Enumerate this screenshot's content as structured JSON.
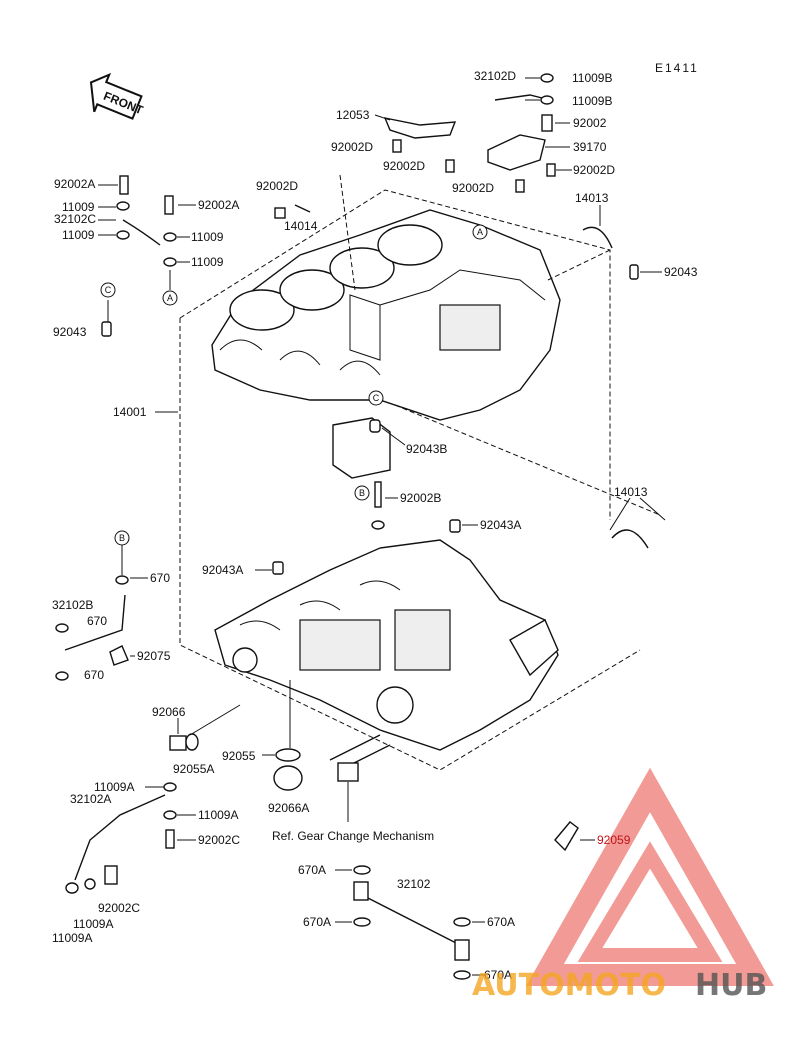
{
  "diagram_code": "E1411",
  "front_label": "FRONT",
  "reference_note": "Ref. Gear Change Mechanism",
  "circle_markers": [
    "A",
    "A",
    "C",
    "C",
    "B",
    "B"
  ],
  "part_labels": [
    "32102D",
    "11009B",
    "11009B",
    "92002",
    "12053",
    "39170",
    "92002D",
    "92002D",
    "92002D",
    "92002D",
    "92002A",
    "11009",
    "32102C",
    "11009",
    "92002A",
    "11009",
    "11009",
    "92002D",
    "14014",
    "14013",
    "92043",
    "92043",
    "14001",
    "92043B",
    "92002B",
    "14013",
    "92043A",
    "92043A",
    "670",
    "32102B",
    "670",
    "92075",
    "670",
    "92066",
    "92055A",
    "92055",
    "92066A",
    "11009A",
    "32102A",
    "11009A",
    "92002C",
    "92002C",
    "11009A",
    "11009A",
    "92059",
    "670A",
    "32102",
    "670A",
    "670A",
    "670A"
  ],
  "watermark": {
    "part1": "AUTOMOTO",
    "part2": "HUB"
  },
  "colors": {
    "line": "#111111",
    "watermark_red": "#e8483f",
    "watermark_orange": "#f5a623",
    "watermark_gray": "#555555",
    "highlight_label": "#c0141c"
  }
}
